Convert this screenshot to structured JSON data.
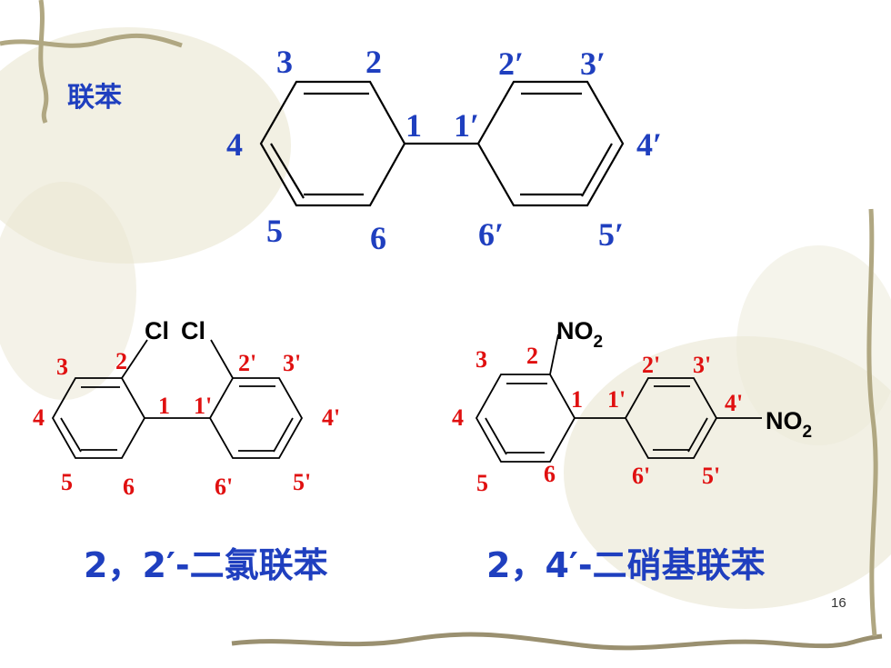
{
  "title": "联苯",
  "page_number": "16",
  "biphenyl": {
    "labels": [
      "3",
      "2",
      "2′",
      "3′",
      "4",
      "1",
      "1′",
      "4′",
      "5",
      "6",
      "6′",
      "5′"
    ]
  },
  "dichloro": {
    "substituent_left": "Cl",
    "substituent_right": "Cl",
    "labels": [
      "3",
      "2",
      "2'",
      "3'",
      "4",
      "1",
      "1'",
      "4'",
      "5",
      "6",
      "6'",
      "5'"
    ],
    "caption": "2，2′-二氯联苯"
  },
  "dinitro": {
    "no2_top_main": "NO",
    "no2_top_sub": "2",
    "no2_right_main": "NO",
    "no2_right_sub": "2",
    "labels": [
      "3",
      "2",
      "2'",
      "3'",
      "4",
      "1",
      "1'",
      "4'",
      "5",
      "6",
      "6'",
      "5'"
    ],
    "caption": "2，4′-二硝基联苯"
  },
  "colors": {
    "label_blue": "#1f3fbf",
    "label_red": "#e01010",
    "bond": "#000000"
  }
}
